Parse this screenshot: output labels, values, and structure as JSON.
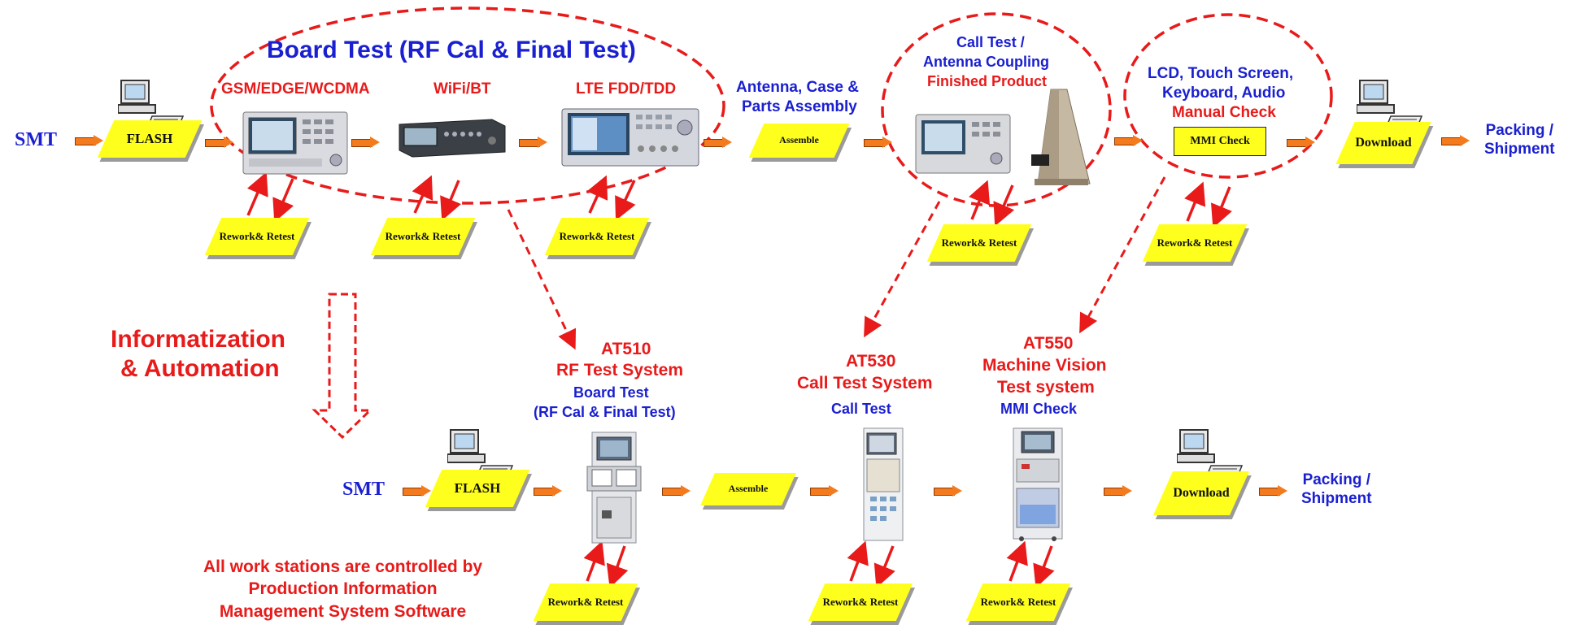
{
  "top_row": {
    "smt": "SMT",
    "flash": "FLASH",
    "board_test_title": "Board Test (RF Cal & Final Test)",
    "gsm": "GSM/EDGE/WCDMA",
    "wifi": "WiFi/BT",
    "lte": "LTE FDD/TDD",
    "assembly_line1": "Antenna, Case &",
    "assembly_line2": "Parts Assembly",
    "assemble": "Assemble",
    "call_test_line1": "Call Test /",
    "call_test_line2": "Antenna Coupling",
    "call_test_line3": "Finished Product",
    "lcd_line1": "LCD, Touch Screen,",
    "lcd_line2": "Keyboard, Audio",
    "lcd_line3": "Manual Check",
    "mmi_check": "MMI Check",
    "download_line1": "Down",
    "download_line2": "load",
    "packing_line1": "Packing /",
    "packing_line2": "Shipment",
    "rework_line1": "Rework",
    "rework_line2": "& Retest"
  },
  "middle": {
    "info_line1": "Informatization",
    "info_line2": "& Automation"
  },
  "bottom_row": {
    "smt": "SMT",
    "flash": "FLASH",
    "at510_line1": "AT510",
    "at510_line2": "RF Test System",
    "at510_line3": "Board Test",
    "at510_line4": "(RF Cal & Final Test)",
    "assemble": "Assemble",
    "at530_line1": "AT530",
    "at530_line2": "Call Test System",
    "at530_line3": "Call Test",
    "at550_line1": "AT550",
    "at550_line2": "Machine Vision",
    "at550_line3": "Test system",
    "at550_line4": "MMI Check",
    "download_line1": "Down",
    "download_line2": "load",
    "packing_line1": "Packing /",
    "packing_line2": "Shipment",
    "rework_line1": "Rework",
    "rework_line2": "& Retest",
    "note_line1": "All work stations are controlled by",
    "note_line2": "Production Information",
    "note_line3": "Management System Software"
  },
  "colors": {
    "blue_text": "#1a1fd0",
    "red_text": "#e81a1a",
    "yellow_box": "#ffff1e",
    "orange_arrow": "#f47a1e"
  }
}
